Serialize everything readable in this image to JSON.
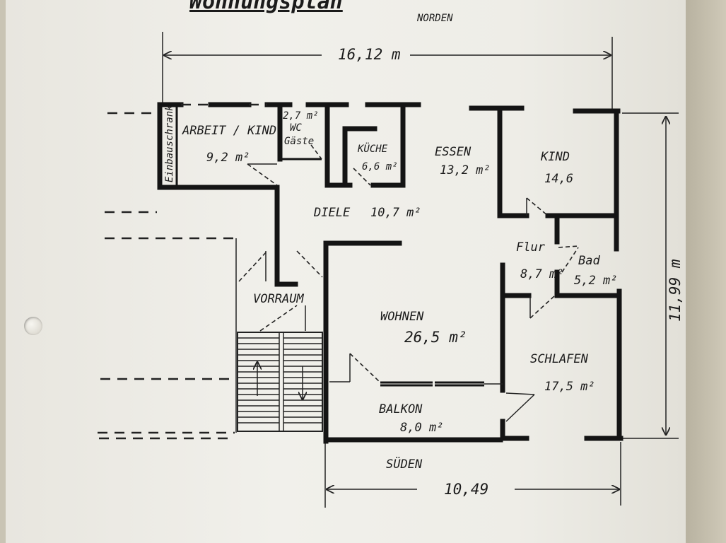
{
  "title": "Wohnungsplan",
  "orientation_top": "NORDEN",
  "orientation_bottom": "SÜDEN",
  "dimensions": {
    "total_width": "16,12 m",
    "total_height": "11,99 m",
    "bottom_width": "10,49"
  },
  "rooms": {
    "arbeit": {
      "label": "ARBEIT / KIND",
      "area": "9,2 m²"
    },
    "einbauschrank": {
      "label": "Einbauschrank"
    },
    "wc": {
      "area": "2,7 m²",
      "label1": "WC",
      "label2": "Gäste"
    },
    "kueche": {
      "label": "KÜCHE",
      "area": "6,6 m²"
    },
    "essen": {
      "label": "ESSEN",
      "area": "13,2 m²"
    },
    "kind": {
      "label": "KIND",
      "area": "14,6"
    },
    "diele": {
      "label": "DIELE",
      "area": "10,7 m²"
    },
    "flur": {
      "label": "Flur",
      "area": "8,7 m²"
    },
    "bad": {
      "label": "Bad",
      "area": "5,2 m²"
    },
    "vorraum": {
      "label": "VORRAUM"
    },
    "wohnen": {
      "label": "WOHNEN",
      "area": "26,5 m²"
    },
    "schlafen": {
      "label": "SCHLAFEN",
      "area": "17,5 m²"
    },
    "balkon": {
      "label": "BALKON",
      "area": "8,0 m²"
    }
  }
}
